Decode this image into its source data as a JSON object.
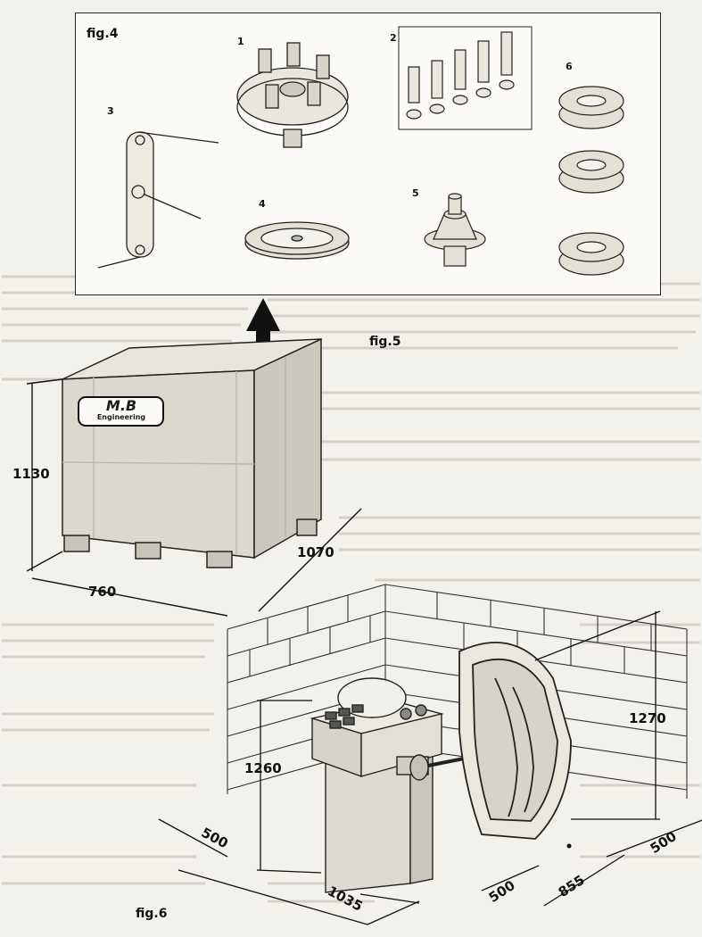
{
  "figures": {
    "fig4_label": "fig.4",
    "fig5_label": "fig.5",
    "fig6_label": "fig.6"
  },
  "callouts": [
    "1",
    "2",
    "3",
    "4",
    "5",
    "6"
  ],
  "crate": {
    "brand_line1": "M.B",
    "brand_line2": "Engineering",
    "dim_height": "1130",
    "dim_width": "760",
    "dim_depth": "1070"
  },
  "installation": {
    "dim_machine_height": "1260",
    "dim_guard_height": "1270",
    "dim_left_clearance": "500",
    "dim_length": "1035",
    "dim_front_clearance": "500",
    "dim_depth": "855",
    "dim_right_clearance": "500"
  }
}
